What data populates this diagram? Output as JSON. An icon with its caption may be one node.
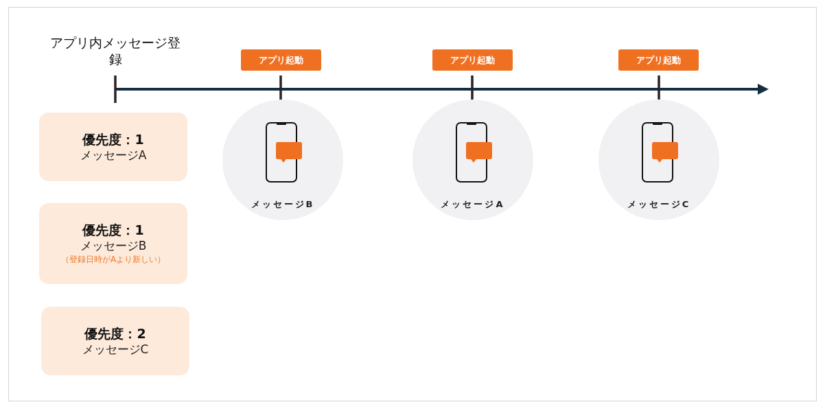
{
  "diagram": {
    "nodes": [
      {
        "text": [
          "優先度：1",
          "メッセージA"
        ]
      },
      {
        "text": [
          "優先度：1",
          "メッセージB",
          "（登録日時がAより新しい）"
        ]
      },
      {
        "text": [
          "優先度：2",
          "メッセージC"
        ]
      },
      {
        "text": [
          "アプリ起動"
        ]
      },
      {
        "text": [
          "アプリ起動"
        ]
      },
      {
        "text": [
          "アプリ起動"
        ]
      },
      {
        "text": [
          "メッセージB"
        ]
      },
      {
        "text": [
          "メッセージA"
        ]
      },
      {
        "text": [
          "メッセージC"
        ]
      }
    ],
    "labels": [
      "アプリ内メッセージ登録"
    ]
  }
}
